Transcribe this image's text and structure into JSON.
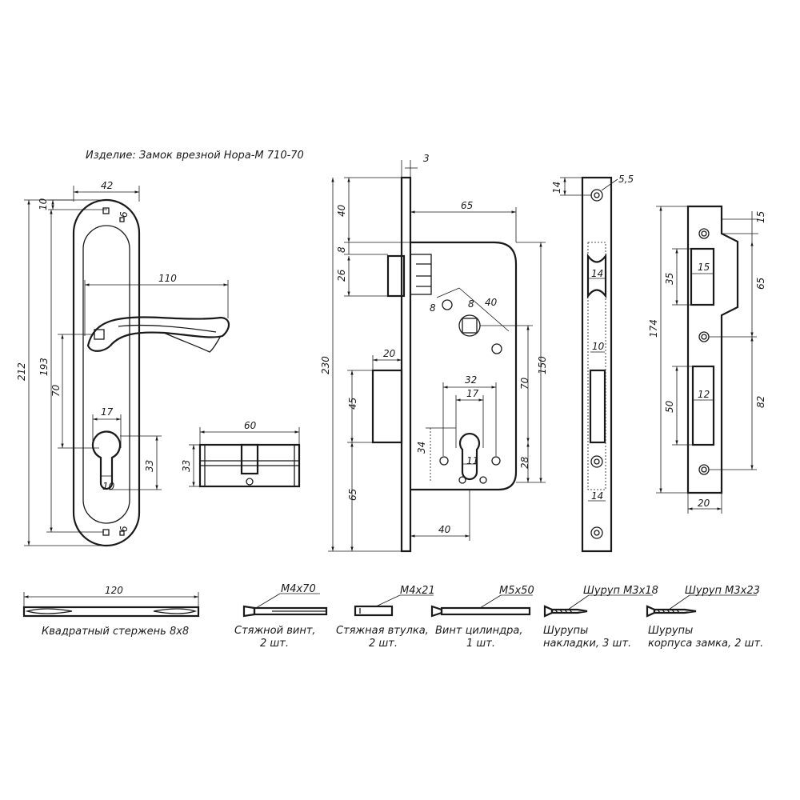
{
  "header": {
    "title": "Изделие: Замок врезной Нора-М 710-70"
  },
  "handle_plate": {
    "dims": [
      "42",
      "10",
      "6",
      "110",
      "212",
      "193",
      "70",
      "17",
      "10",
      "33",
      "6"
    ]
  },
  "cylinder": {
    "dims": [
      "60",
      "33"
    ]
  },
  "lock_body": {
    "dims": [
      "3",
      "65",
      "40",
      "8",
      "26",
      "8",
      "8",
      "40",
      "150",
      "230",
      "20",
      "45",
      "32",
      "17",
      "70",
      "34",
      "11",
      "28",
      "65",
      "40"
    ]
  },
  "faceplate": {
    "dims": [
      "5,5",
      "14",
      "14",
      "10",
      "14"
    ]
  },
  "strike_plate": {
    "dims": [
      "15",
      "35",
      "15",
      "65",
      "174",
      "50",
      "12",
      "82",
      "20"
    ]
  },
  "spindle": {
    "dim": "120",
    "label": "Квадратный стержень 8х8"
  },
  "fasteners": [
    {
      "spec": "М4х70",
      "label1": "Стяжной винт,",
      "label2": "2 шт."
    },
    {
      "spec": "М4х21",
      "label1": "Стяжная втулка,",
      "label2": "2 шт."
    },
    {
      "spec": "М5х50",
      "label1": "Винт цилиндра,",
      "label2": "1 шт."
    },
    {
      "spec": "Шуруп М3х18",
      "label1": "Шурупы",
      "label2": "накладки, 3 шт."
    },
    {
      "spec": "Шуруп М3х23",
      "label1": "Шурупы",
      "label2": "корпуса замка, 2 шт."
    }
  ]
}
